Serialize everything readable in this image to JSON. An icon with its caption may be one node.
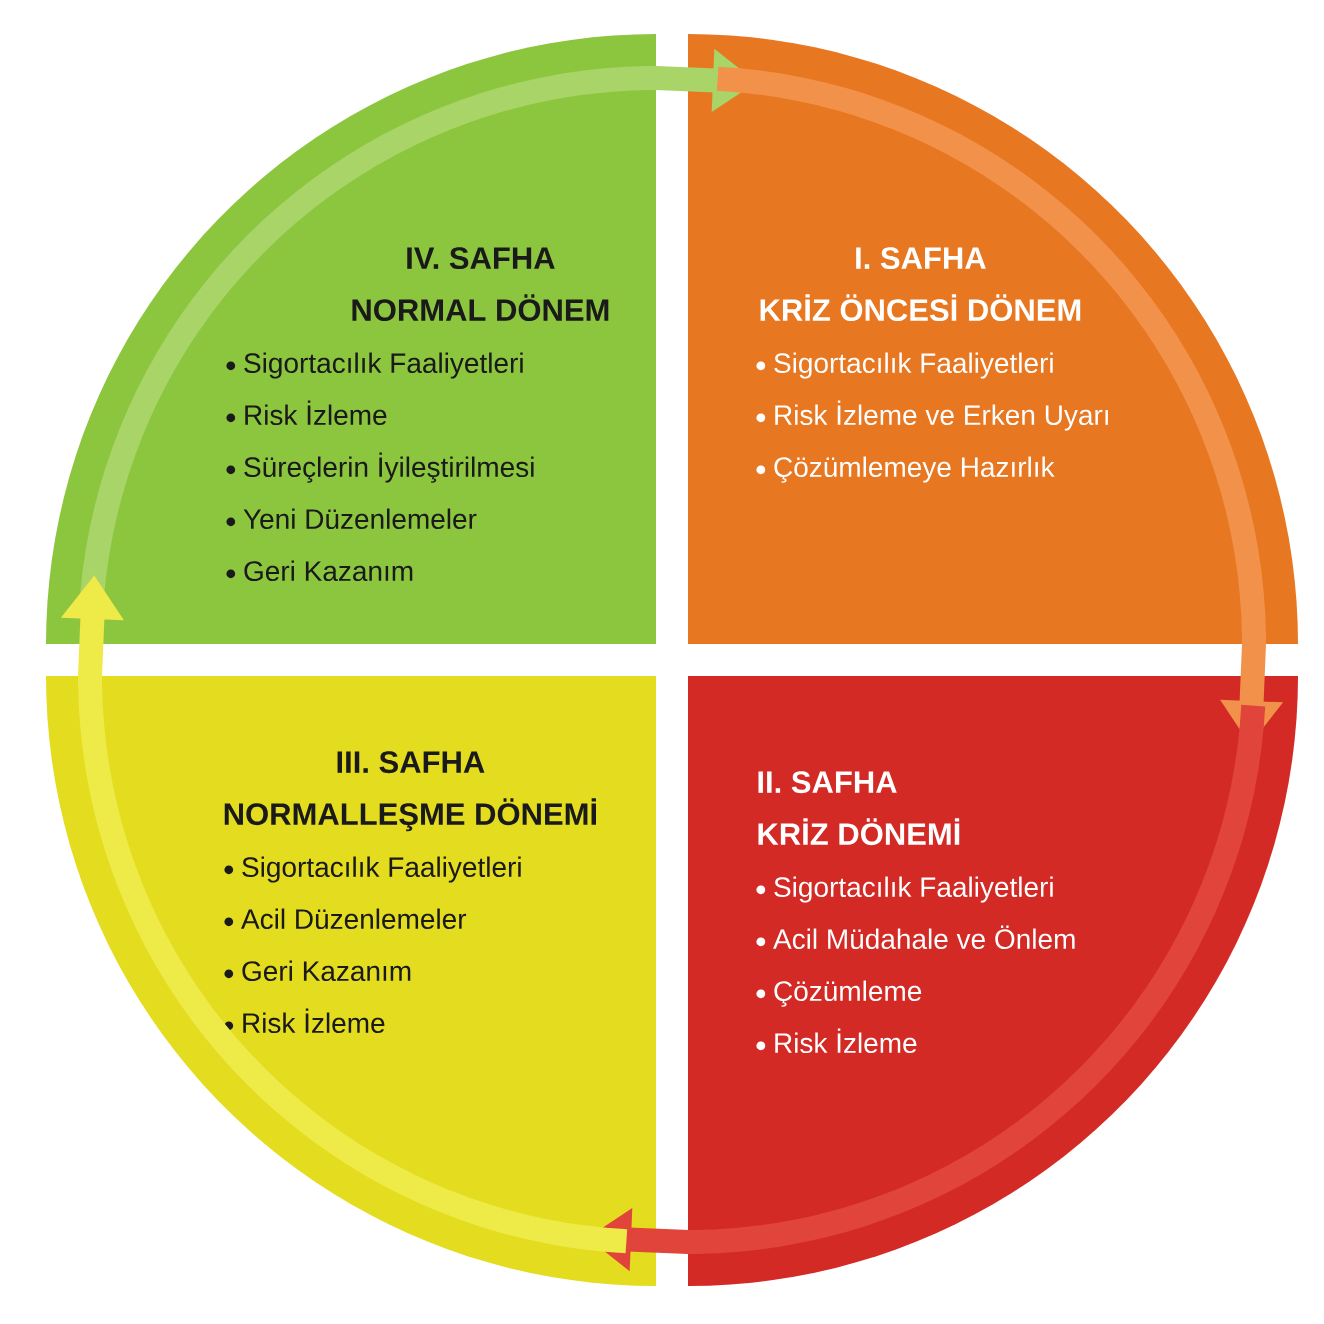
{
  "diagram": {
    "nodes": [
      {
        "text": [
          "IV. SAFHA",
          "NORMAL DÖNEM",
          "Sigortacılık Faaliyetleri",
          "Risk İzleme",
          "Süreçlerin İyileştirilmesi",
          "Yeni Düzenlemeler",
          "Geri Kazanım"
        ]
      },
      {
        "text": [
          "I. SAFHA",
          "KRİZ ÖNCESİ DÖNEM",
          "Sigortacılık Faaliyetleri",
          "Risk İzleme ve Erken Uyarı",
          "Çözümlemeye Hazırlık"
        ]
      },
      {
        "text": [
          "III. SAFHA",
          "NORMALLEŞME DÖNEMİ",
          "Sigortacılık Faaliyetleri",
          "Acil Düzenlemeler",
          "Geri Kazanım",
          "Risk İzleme"
        ]
      },
      {
        "text": [
          "II. SAFHA",
          "KRİZ DÖNEMİ",
          "Sigortacılık Faaliyetleri",
          "Acil Müdahale ve Önlem",
          "Çözümleme",
          "Risk İzleme"
        ]
      }
    ],
    "edges": [
      {
        "from": 0,
        "to": 1,
        "arrow": "to",
        "color": "#a9d468"
      },
      {
        "from": 1,
        "to": 3,
        "arrow": "to",
        "color": "#f2924a"
      },
      {
        "from": 3,
        "to": 2,
        "arrow": "to",
        "color": "#e0443a"
      },
      {
        "from": 2,
        "to": 0,
        "arrow": "to",
        "color": "#eeea48"
      }
    ]
  }
}
